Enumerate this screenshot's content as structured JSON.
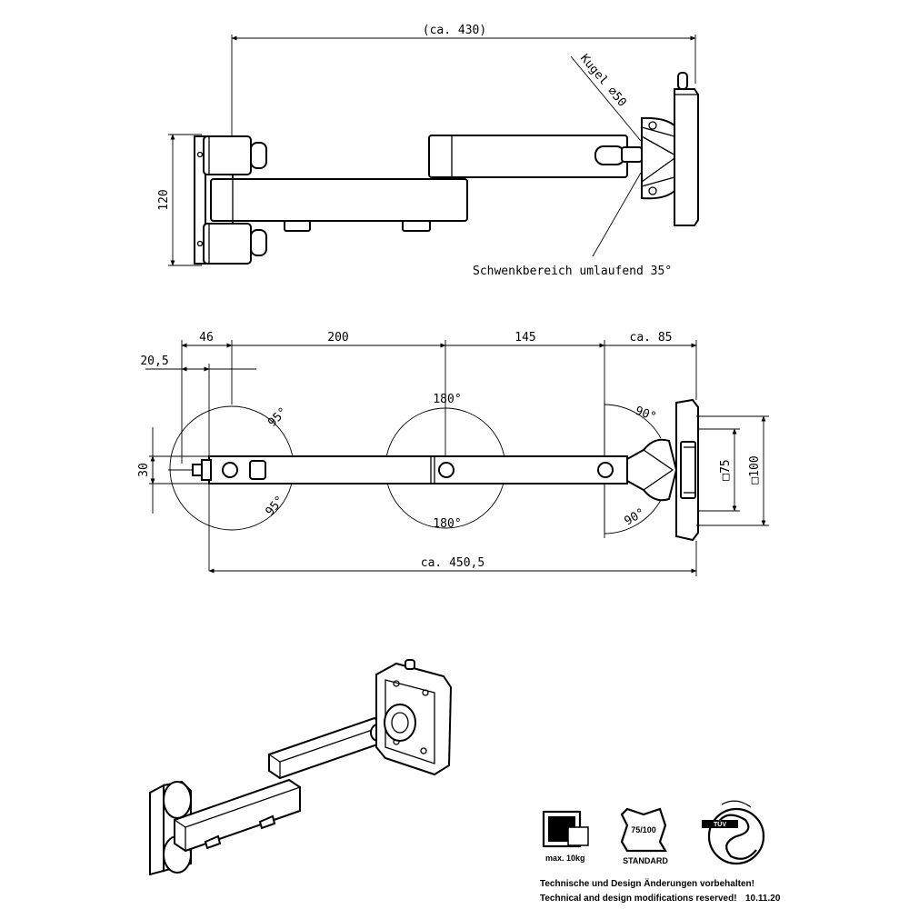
{
  "top_view": {
    "width_label": "(ca. 430)",
    "height_label": "120",
    "ball_label": "Kugel ⌀50",
    "swivel_label": "Schwenkbereich umlaufend 35°"
  },
  "front_view": {
    "dim_46": "46",
    "dim_200": "200",
    "dim_145": "145",
    "dim_85": "ca. 85",
    "dim_205": "20,5",
    "dim_30": "30",
    "angle_95_top": "95°",
    "angle_95_bottom": "95°",
    "angle_180_top": "180°",
    "angle_180_bottom": "180°",
    "angle_90_top": "90°",
    "angle_90_bottom": "90°",
    "vesa_75": "□75",
    "vesa_100": "□100",
    "total_label": "ca. 450,5"
  },
  "badges": {
    "weight_label": "max. 10kg",
    "vesa_label": "75/100",
    "standard_label": "STANDARD",
    "ring_label": "TÜV"
  },
  "notes": {
    "line1": "Technische und Design Änderungen vorbehalten!",
    "line2": "Technical and design modifications reserved!",
    "date": "10.11.20"
  }
}
